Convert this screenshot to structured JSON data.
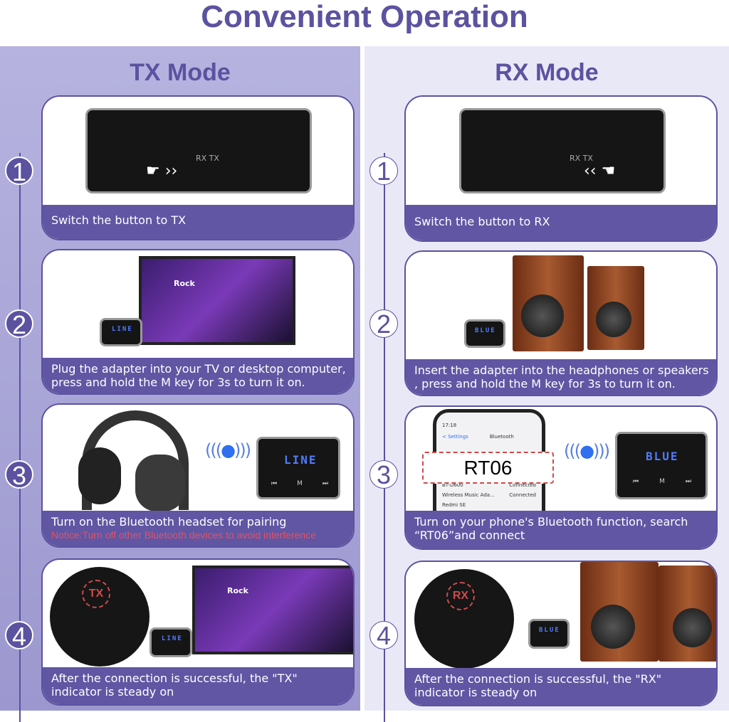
{
  "title": "Convenient Operation",
  "tx": {
    "mode": "TX Mode",
    "steps": [
      {
        "num": "1",
        "caption": "Switch the button to TX",
        "switch_label": "RX  TX"
      },
      {
        "num": "2",
        "caption": "Plug the adapter into your TV or desktop computer, press and hold the M key for 3s to turn it on.",
        "display": "LINE",
        "tv_heading": "Rock"
      },
      {
        "num": "3",
        "caption": "Turn on the Bluetooth headset for pairing",
        "notice": "Notice:Turn off other Bluetooth devices to avoid interference",
        "display": "LINE",
        "buttons": [
          "⏮",
          "M",
          "⏭"
        ]
      },
      {
        "num": "4",
        "caption": "After the connection is successful, the \"TX\" indicator is steady on",
        "indicator": "TX",
        "display": "LINE",
        "tv_heading": "Rock"
      }
    ]
  },
  "rx": {
    "mode": "RX Mode",
    "steps": [
      {
        "num": "1",
        "caption": "Switch the button to RX",
        "switch_label": "RX  TX"
      },
      {
        "num": "2",
        "caption": "Insert the adapter into the headphones or speakers , press and hold the M key for 3s to turn it on.",
        "display": "BLUE"
      },
      {
        "num": "3",
        "caption": "Turn on your phone's Bluetooth function, search “RT06”and connect",
        "device_name": "RT06",
        "display": "BLUE",
        "buttons": [
          "⏮",
          "M",
          "⏭"
        ],
        "phone": {
          "time": "17:18",
          "back": "< Settings",
          "screen_title": "Bluetooth",
          "devices": [
            {
              "name": "BT-D600",
              "status": "Connected"
            },
            {
              "name": "Wireless Music Ada...",
              "status": "Connected"
            },
            {
              "name": "Redmi SE",
              "status": ""
            }
          ]
        }
      },
      {
        "num": "4",
        "caption": "After the connection is successful, the \"RX\" indicator is steady on",
        "indicator": "RX",
        "display": "BLUE"
      }
    ]
  },
  "colors": {
    "accent": "#5b52a0",
    "caption_bg": "#6056a3",
    "notice": "#e8505f",
    "left_bg": "#a8a5d8",
    "right_bg": "#e9e8f7"
  }
}
